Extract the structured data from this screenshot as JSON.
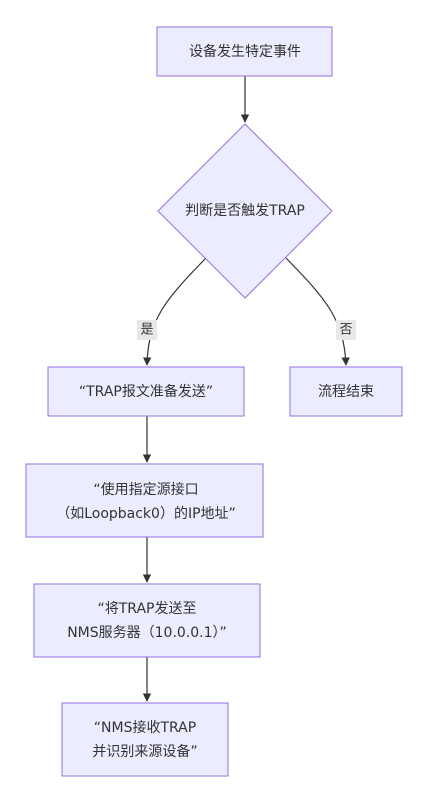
{
  "nodes": {
    "n1": {
      "lines": [
        "设备发生特定事件"
      ]
    },
    "n2": {
      "lines": [
        "判断是否触发TRAP"
      ]
    },
    "n3": {
      "lines": [
        "“TRAP报文准备发送”"
      ]
    },
    "n4": {
      "lines": [
        "流程结束"
      ]
    },
    "n5": {
      "lines": [
        "“使用指定源接口",
        "（如Loopback0）的IP地址”"
      ]
    },
    "n6": {
      "lines": [
        "“将TRAP发送至",
        "NMS服务器（10.0.0.1）”"
      ]
    },
    "n7": {
      "lines": [
        "“NMS接收TRAP",
        "并识别来源设备”"
      ]
    }
  },
  "edges": {
    "yes_label": "是",
    "no_label": "否"
  },
  "colors": {
    "node_fill": "#ececff",
    "node_stroke": "#9370db",
    "edge": "#333333",
    "label_bg": "#e8e8e8"
  }
}
